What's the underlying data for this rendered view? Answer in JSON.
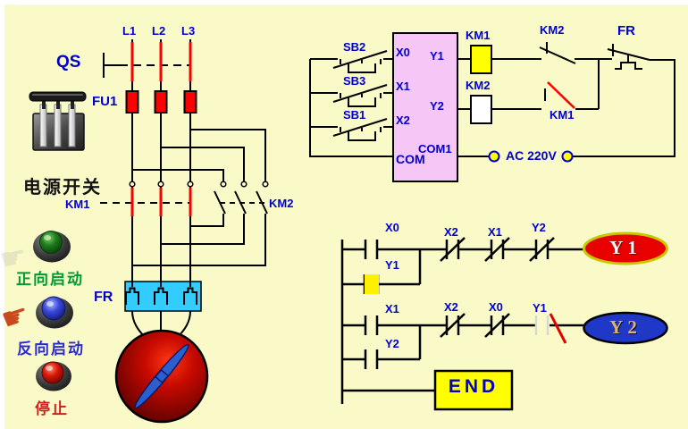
{
  "main_circuit": {
    "phases": [
      "L1",
      "L2",
      "L3"
    ],
    "switch": "QS",
    "fuse": "FU1",
    "power_switch_caption": "电源开关",
    "contactor_forward": "KM1",
    "contactor_reverse": "KM2",
    "thermal_relay": "FR",
    "buttons": {
      "forward": "正向启动",
      "reverse": "反向启动",
      "stop": "停止"
    }
  },
  "plc_panel": {
    "push_buttons": [
      "SB2",
      "SB3",
      "SB1"
    ],
    "input_terminals": [
      "X0",
      "X1",
      "X2"
    ],
    "com": "COM",
    "com1": "COM1",
    "output_terminals": [
      "Y1",
      "Y2"
    ],
    "coil_km1": "KM1",
    "coil_km2": "KM2",
    "contact_km2": "KM2",
    "contact_km1": "KM1",
    "contact_fr": "FR",
    "supply": "AC 220V"
  },
  "ladder": {
    "rung1": {
      "c1": "X0",
      "seal": "Y1",
      "c2": "X2",
      "c3": "X1",
      "c4": "Y2",
      "coil": "Y1"
    },
    "rung2": {
      "c1": "X1",
      "seal": "Y2",
      "c2": "X2",
      "c3": "X0",
      "c4": "Y1",
      "coil": "Y2"
    },
    "end": "END"
  },
  "colors": {
    "background": "#FAFAC8",
    "wire": "#000000",
    "live": "#FF0000",
    "plc_fill": "#F6C6F6",
    "coil_energized": "#FFFF00",
    "fr_box": "#33CCFF",
    "coil_y1": "#E80000",
    "coil_y2": "#2038C8",
    "end_fill": "#FFFF00",
    "label_blue": "#0000CD"
  }
}
